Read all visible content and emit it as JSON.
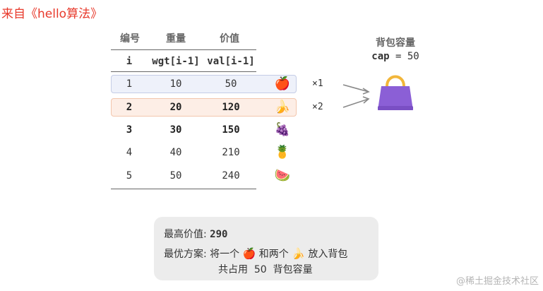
{
  "source_label": "来自《hello算法》",
  "table": {
    "headers": [
      "编号",
      "重量",
      "价值"
    ],
    "subheaders": [
      "i",
      "wgt[i-1]",
      "val[i-1]"
    ],
    "rows": [
      {
        "i": "1",
        "wgt": "10",
        "val": "50",
        "emoji": "🍎"
      },
      {
        "i": "2",
        "wgt": "20",
        "val": "120",
        "emoji": "🍌"
      },
      {
        "i": "3",
        "wgt": "30",
        "val": "150",
        "emoji": "🍇"
      },
      {
        "i": "4",
        "wgt": "40",
        "val": "210",
        "emoji": "🍍"
      },
      {
        "i": "5",
        "wgt": "50",
        "val": "240",
        "emoji": "🍉"
      }
    ]
  },
  "multipliers": [
    "×1",
    "×2"
  ],
  "bag": {
    "title": "背包容量",
    "cap_label": "cap",
    "cap_eq": "= 50",
    "color": "#8b5fd6",
    "handle_color": "#f2b63a"
  },
  "summary": {
    "max_label": "最高价值:",
    "max_value": "290",
    "plan_label": "最优方案:",
    "plan_part1": "将一个",
    "plan_emoji1": "🍎",
    "plan_part2": "和两个",
    "plan_emoji2": "🍌",
    "plan_part3": "放入背包",
    "line3": "共占用  50  背包容量"
  },
  "watermark": "@稀土掘金技术社区",
  "colors": {
    "row1_bg": "#eef1fa",
    "row1_border": "#c5cde6",
    "row2_bg": "#fdeee6",
    "row2_border": "#f3c6ad",
    "arrow": "#888888"
  }
}
